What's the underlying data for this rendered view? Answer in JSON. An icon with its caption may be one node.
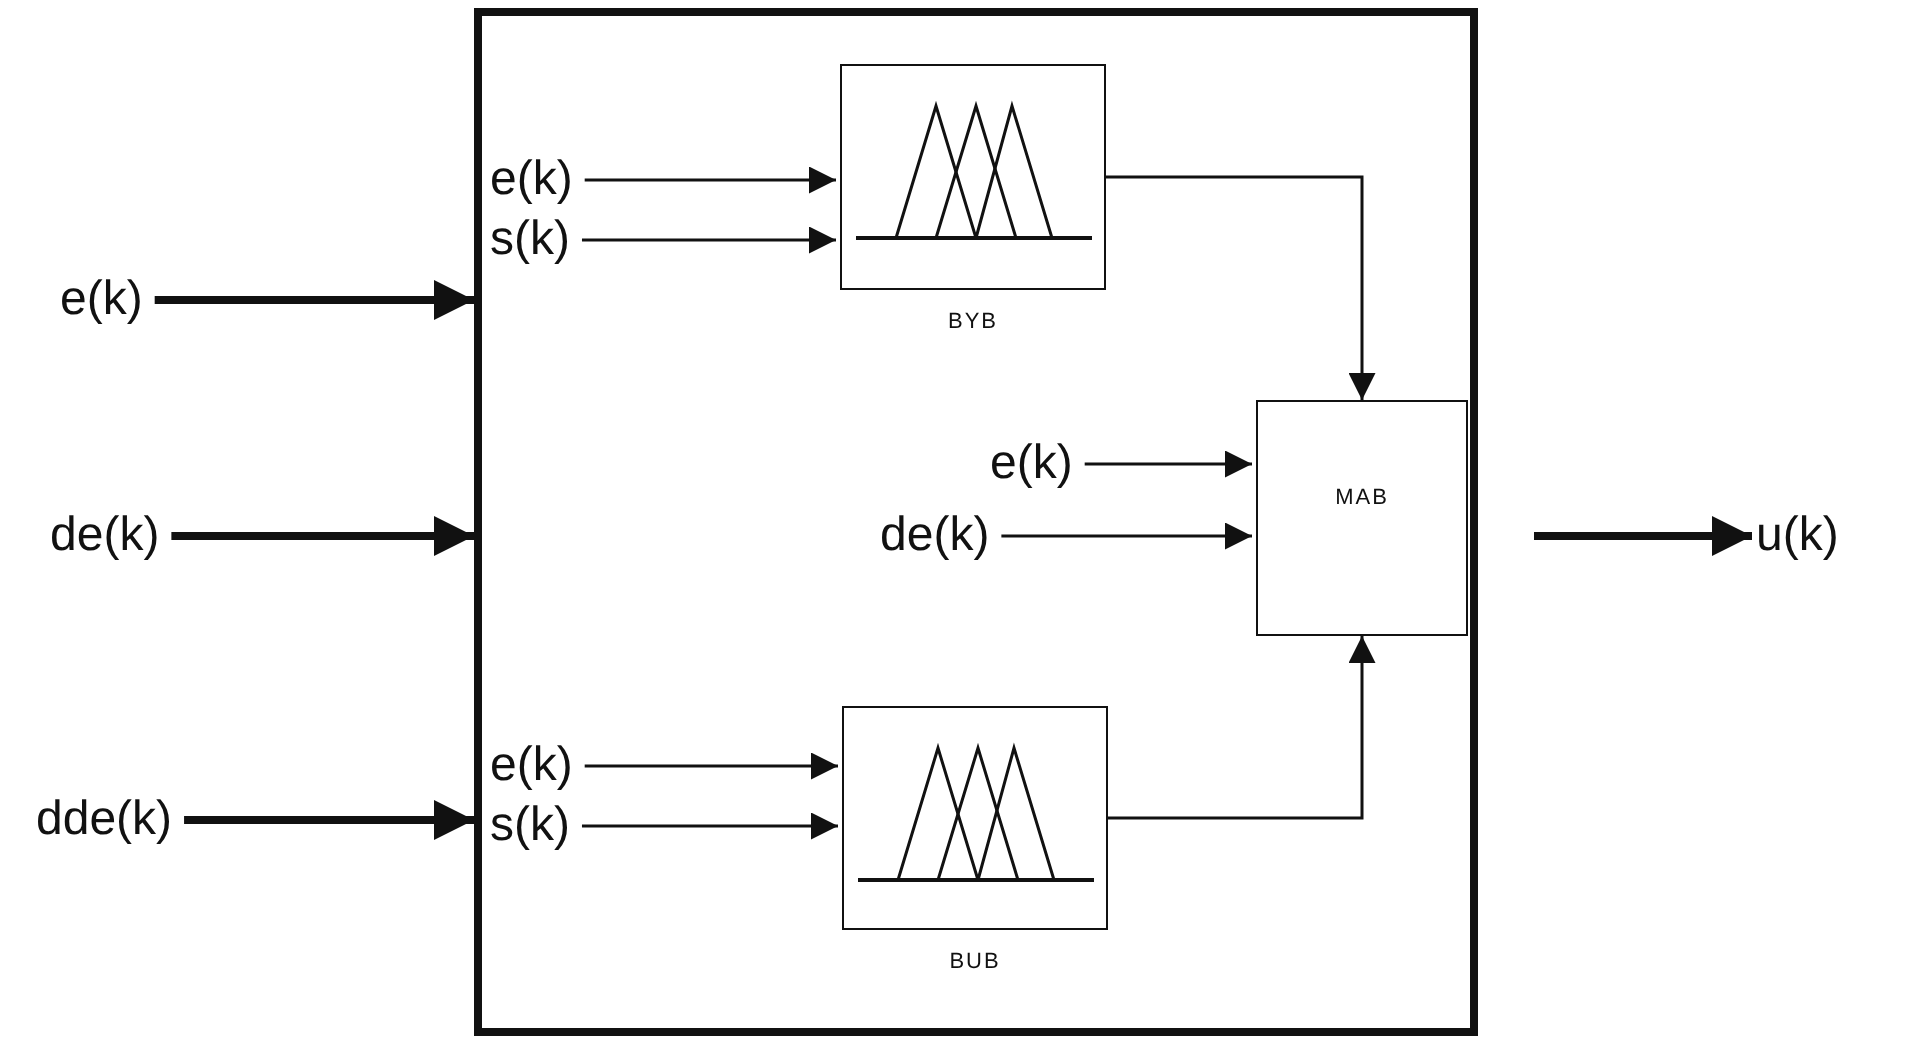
{
  "diagram": {
    "nodes": [
      {
        "text": [],
        "shape": "box"
      },
      {
        "text": [
          "e(k)"
        ]
      },
      {
        "text": [
          "de(k)"
        ]
      },
      {
        "text": [
          "dde(k)"
        ]
      },
      {
        "text": [
          "u(k)"
        ]
      },
      {
        "text": [
          "e(k)"
        ],
        "in": 0
      },
      {
        "text": [
          "s(k)"
        ],
        "in": 0
      },
      {
        "text": [
          "BYB"
        ],
        "in": 0
      },
      {
        "text": [
          "e(k)"
        ],
        "in": 0
      },
      {
        "text": [
          "de(k)"
        ],
        "in": 0
      },
      {
        "text": [
          "MAB"
        ],
        "in": 0
      },
      {
        "text": [
          "e(k)"
        ],
        "in": 0
      },
      {
        "text": [
          "s(k)"
        ],
        "in": 0
      },
      {
        "text": [
          "BUB"
        ],
        "in": 0
      }
    ],
    "edges": [
      {
        "from": 1,
        "to": 0,
        "arrow": "to",
        "style": "thick"
      },
      {
        "from": 2,
        "to": 0,
        "arrow": "to",
        "style": "thick"
      },
      {
        "from": 3,
        "to": 0,
        "arrow": "to",
        "style": "thick"
      },
      {
        "from": 0,
        "to": 4,
        "arrow": "to",
        "style": "thick"
      },
      {
        "from": 5,
        "to": 7,
        "arrow": "to"
      },
      {
        "from": 6,
        "to": 7,
        "arrow": "to"
      },
      {
        "from": 7,
        "to": 10,
        "arrow": "to"
      },
      {
        "from": 8,
        "to": 10,
        "arrow": "to"
      },
      {
        "from": 9,
        "to": 10,
        "arrow": "to"
      },
      {
        "from": 11,
        "to": 13,
        "arrow": "to"
      },
      {
        "from": 12,
        "to": 13,
        "arrow": "to"
      },
      {
        "from": 13,
        "to": 10,
        "arrow": "to"
      }
    ]
  }
}
